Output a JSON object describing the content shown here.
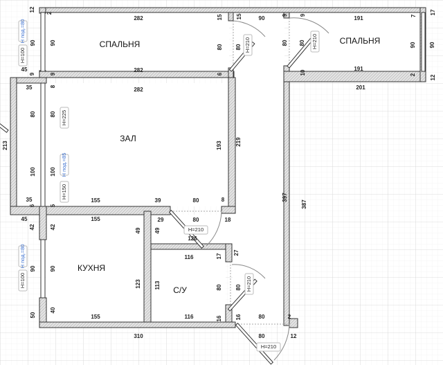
{
  "rooms": {
    "bedroom_left": "СПАЛЬНЯ",
    "bedroom_right": "СПАЛЬНЯ",
    "hall": "ЗАЛ",
    "kitchen": "КУХНЯ",
    "bathroom": "С/У"
  },
  "dims": [
    "12",
    "2",
    "282",
    "15",
    "90",
    "90",
    "80",
    "282",
    "45",
    "9",
    "9",
    "6",
    "15",
    "90",
    "80",
    "9",
    "9",
    "80",
    "80",
    "191",
    "7",
    "17",
    "90",
    "90",
    "10",
    "191",
    "2",
    "12",
    "201",
    "35",
    "8",
    "282",
    "80",
    "80",
    "213",
    "193",
    "219",
    "100",
    "100",
    "35",
    "6",
    "5",
    "155",
    "39",
    "80",
    "8",
    "45",
    "155",
    "29",
    "80",
    "18",
    "42",
    "42",
    "49",
    "49",
    "126",
    "90",
    "90",
    "123",
    "113",
    "116",
    "17",
    "27",
    "80",
    "80",
    "40",
    "50",
    "155",
    "116",
    "16",
    "16",
    "80",
    "2",
    "310",
    "80",
    "12",
    "397",
    "387"
  ],
  "tags": {
    "window_bl_h": "H=100",
    "window_bl_sill": "Н под.=80",
    "door_bl": "H=210",
    "door_br": "H=210",
    "door_balcony": "H=225",
    "window_hall_h": "H=150",
    "window_hall_sill": "Н под.=85",
    "door_hall": "H=210",
    "window_k_h": "H=100",
    "window_k_sill": "Н под.=80",
    "door_wc": "H=210",
    "door_entry": "H=210"
  },
  "colors": {
    "wall_fill": "#d9d9d9",
    "wall_stroke": "#333333",
    "sill_blue": "#3a6fd0",
    "grid": "#e6e6e6"
  }
}
